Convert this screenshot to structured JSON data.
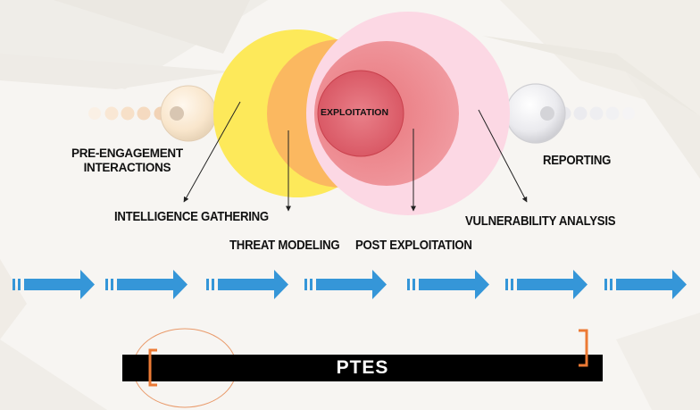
{
  "diagram": {
    "title": "PTES",
    "phases": [
      {
        "id": "pre",
        "label_lines": [
          "PRE-ENGAGEMENT",
          "INTERACTIONS"
        ]
      },
      {
        "id": "intel",
        "label": "INTELLIGENCE GATHERING"
      },
      {
        "id": "threat",
        "label": "THREAT MODELING"
      },
      {
        "id": "vuln",
        "label": "VULNERABILITY ANALYSIS"
      },
      {
        "id": "exploit",
        "label": "EXPLOITATION"
      },
      {
        "id": "post",
        "label": "POST EXPLOITATION"
      },
      {
        "id": "report",
        "label": "REPORTING"
      }
    ],
    "flow_arrow_count": 7
  },
  "colors": {
    "yellow": "#fde95a",
    "orange": "#fbb860",
    "pink": "#fcd8e4",
    "red_mid": "#ec8a8f",
    "red_core": "#dc5f68",
    "arrow_blue": "#3596d8",
    "bracket_orange": "#ec7a35",
    "bar_black": "#000000"
  }
}
